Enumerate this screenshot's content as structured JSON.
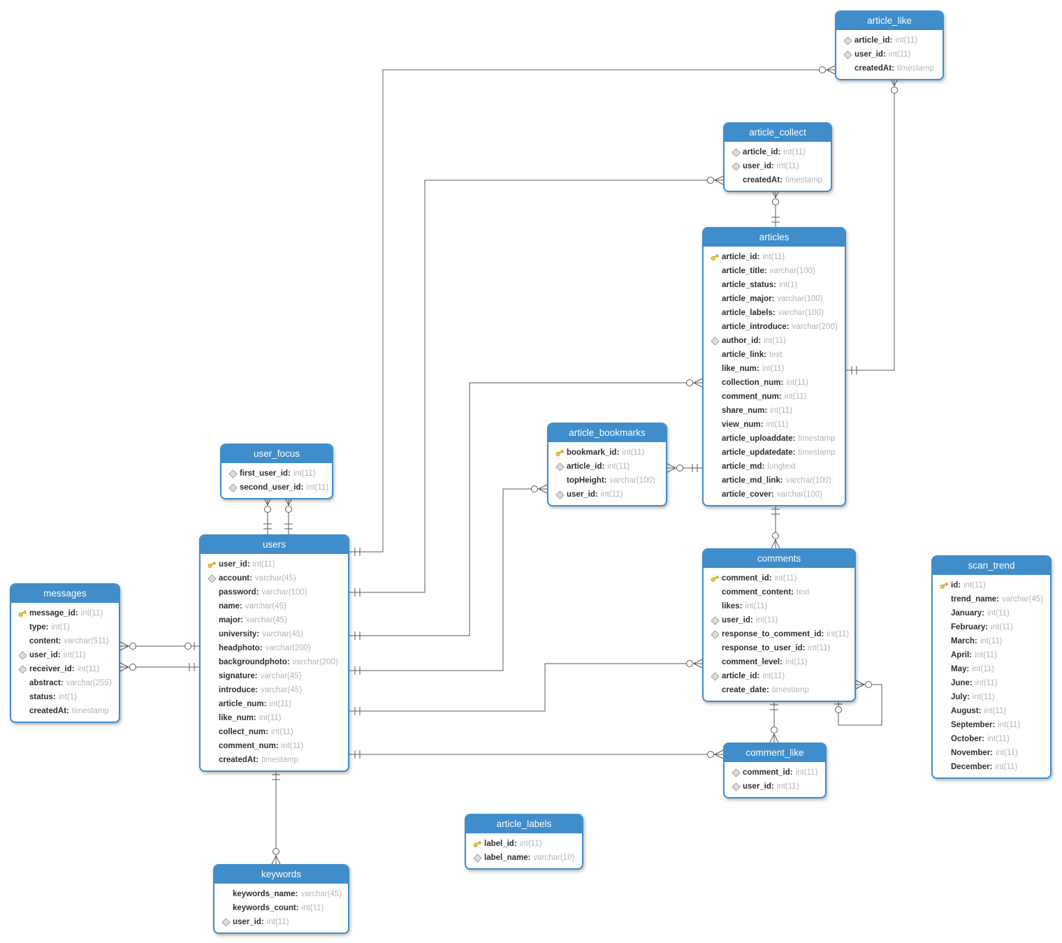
{
  "diagram": {
    "tool_style": "er-diagram",
    "colors": {
      "header_blue": "#3F8DCA",
      "entity_border": "#3F8DCA",
      "line_gray": "#595959",
      "pk_key_yellow": "#FFD24D",
      "fk_diamond_gray": "#DCDCDC",
      "field_name_color": "#2e2e2e",
      "field_type_color": "#b4b4b4"
    },
    "entities": [
      {
        "id": "article_like",
        "title": "article_like",
        "fields": [
          {
            "icon": "diamond",
            "name": "article_id",
            "type": "int(11)"
          },
          {
            "icon": "diamond",
            "name": "user_id",
            "type": "int(11)"
          },
          {
            "icon": "none",
            "name": "createdAt",
            "type": "timestamp"
          }
        ]
      },
      {
        "id": "article_collect",
        "title": "article_collect",
        "fields": [
          {
            "icon": "diamond",
            "name": "article_id",
            "type": "int(11)"
          },
          {
            "icon": "diamond",
            "name": "user_id",
            "type": "int(11)"
          },
          {
            "icon": "none",
            "name": "createdAt",
            "type": "timestamp"
          }
        ]
      },
      {
        "id": "articles",
        "title": "articles",
        "fields": [
          {
            "icon": "key",
            "name": "article_id",
            "type": "int(11)"
          },
          {
            "icon": "none",
            "name": "article_title",
            "type": "varchar(100)"
          },
          {
            "icon": "none",
            "name": "article_status",
            "type": "int(1)"
          },
          {
            "icon": "none",
            "name": "article_major",
            "type": "varchar(100)"
          },
          {
            "icon": "none",
            "name": "article_labels",
            "type": "varchar(100)"
          },
          {
            "icon": "none",
            "name": "article_introduce",
            "type": "varchar(200)"
          },
          {
            "icon": "diamond",
            "name": "author_id",
            "type": "int(11)"
          },
          {
            "icon": "none",
            "name": "article_link",
            "type": "text"
          },
          {
            "icon": "none",
            "name": "like_num",
            "type": "int(11)"
          },
          {
            "icon": "none",
            "name": "collection_num",
            "type": "int(11)"
          },
          {
            "icon": "none",
            "name": "comment_num",
            "type": "int(11)"
          },
          {
            "icon": "none",
            "name": "share_num",
            "type": "int(11)"
          },
          {
            "icon": "none",
            "name": "view_num",
            "type": "int(11)"
          },
          {
            "icon": "none",
            "name": "article_uploaddate",
            "type": "timestamp"
          },
          {
            "icon": "none",
            "name": "article_updatedate",
            "type": "timestamp"
          },
          {
            "icon": "none",
            "name": "article_md",
            "type": "longtext"
          },
          {
            "icon": "none",
            "name": "article_md_link",
            "type": "varchar(100)"
          },
          {
            "icon": "none",
            "name": "article_cover",
            "type": "varchar(100)"
          }
        ]
      },
      {
        "id": "article_bookmarks",
        "title": "article_bookmarks",
        "fields": [
          {
            "icon": "key",
            "name": "bookmark_id",
            "type": "int(11)"
          },
          {
            "icon": "diamond",
            "name": "article_id",
            "type": "int(11)"
          },
          {
            "icon": "none",
            "name": "topHeight",
            "type": "varchar(100)"
          },
          {
            "icon": "diamond",
            "name": "user_id",
            "type": "int(11)"
          }
        ]
      },
      {
        "id": "user_focus",
        "title": "user_focus",
        "fields": [
          {
            "icon": "diamond",
            "name": "first_user_id",
            "type": "int(11)"
          },
          {
            "icon": "diamond",
            "name": "second_user_id",
            "type": "int(11)"
          }
        ]
      },
      {
        "id": "users",
        "title": "users",
        "fields": [
          {
            "icon": "key",
            "name": "user_id",
            "type": "int(11)"
          },
          {
            "icon": "diamond",
            "name": "account",
            "type": "varchar(45)"
          },
          {
            "icon": "none",
            "name": "password",
            "type": "varchar(100)"
          },
          {
            "icon": "none",
            "name": "name",
            "type": "varchar(45)"
          },
          {
            "icon": "none",
            "name": "major",
            "type": "varchar(45)"
          },
          {
            "icon": "none",
            "name": "university",
            "type": "varchar(45)"
          },
          {
            "icon": "none",
            "name": "headphoto",
            "type": "varchar(200)"
          },
          {
            "icon": "none",
            "name": "backgroundphoto",
            "type": "varchar(200)"
          },
          {
            "icon": "none",
            "name": "signature",
            "type": "varchar(45)"
          },
          {
            "icon": "none",
            "name": "introduce",
            "type": "varchar(45)"
          },
          {
            "icon": "none",
            "name": "article_num",
            "type": "int(11)"
          },
          {
            "icon": "none",
            "name": "like_num",
            "type": "int(11)"
          },
          {
            "icon": "none",
            "name": "collect_num",
            "type": "int(11)"
          },
          {
            "icon": "none",
            "name": "comment_num",
            "type": "int(11)"
          },
          {
            "icon": "none",
            "name": "createdAt",
            "type": "timestamp"
          }
        ]
      },
      {
        "id": "messages",
        "title": "messages",
        "fields": [
          {
            "icon": "key",
            "name": "message_id",
            "type": "int(11)"
          },
          {
            "icon": "none",
            "name": "type",
            "type": "int(1)"
          },
          {
            "icon": "none",
            "name": "content",
            "type": "varchar(511)"
          },
          {
            "icon": "diamond",
            "name": "user_id",
            "type": "int(11)"
          },
          {
            "icon": "diamond",
            "name": "receiver_id",
            "type": "int(11)"
          },
          {
            "icon": "none",
            "name": "abstract",
            "type": "varchar(255)"
          },
          {
            "icon": "none",
            "name": "status",
            "type": "int(1)"
          },
          {
            "icon": "none",
            "name": "createdAt",
            "type": "timestamp"
          }
        ]
      },
      {
        "id": "comments",
        "title": "comments",
        "fields": [
          {
            "icon": "key",
            "name": "comment_id",
            "type": "int(11)"
          },
          {
            "icon": "none",
            "name": "comment_content",
            "type": "text"
          },
          {
            "icon": "none",
            "name": "likes",
            "type": "int(11)"
          },
          {
            "icon": "diamond",
            "name": "user_id",
            "type": "int(11)"
          },
          {
            "icon": "diamond",
            "name": "response_to_comment_id",
            "type": "int(11)"
          },
          {
            "icon": "none",
            "name": "response_to_user_id",
            "type": "int(11)"
          },
          {
            "icon": "none",
            "name": "comment_level",
            "type": "int(11)"
          },
          {
            "icon": "diamond",
            "name": "article_id",
            "type": "int(11)"
          },
          {
            "icon": "none",
            "name": "create_date",
            "type": "timestamp"
          }
        ]
      },
      {
        "id": "scan_trend",
        "title": "scan_trend",
        "fields": [
          {
            "icon": "key",
            "name": "id",
            "type": "int(11)"
          },
          {
            "icon": "none",
            "name": "trend_name",
            "type": "varchar(45)"
          },
          {
            "icon": "none",
            "name": "January",
            "type": "int(11)"
          },
          {
            "icon": "none",
            "name": "February",
            "type": "int(11)"
          },
          {
            "icon": "none",
            "name": "March",
            "type": "int(11)"
          },
          {
            "icon": "none",
            "name": "April",
            "type": "int(11)"
          },
          {
            "icon": "none",
            "name": "May",
            "type": "int(11)"
          },
          {
            "icon": "none",
            "name": "June",
            "type": "int(11)"
          },
          {
            "icon": "none",
            "name": "July",
            "type": "int(11)"
          },
          {
            "icon": "none",
            "name": "August",
            "type": "int(11)"
          },
          {
            "icon": "none",
            "name": "September",
            "type": "int(11)"
          },
          {
            "icon": "none",
            "name": "October",
            "type": "int(11)"
          },
          {
            "icon": "none",
            "name": "November",
            "type": "int(11)"
          },
          {
            "icon": "none",
            "name": "December",
            "type": "int(11)"
          }
        ]
      },
      {
        "id": "comment_like",
        "title": "comment_like",
        "fields": [
          {
            "icon": "diamond",
            "name": "comment_id",
            "type": "int(11)"
          },
          {
            "icon": "diamond",
            "name": "user_id",
            "type": "int(11)"
          }
        ]
      },
      {
        "id": "article_labels",
        "title": "article_labels",
        "fields": [
          {
            "icon": "key",
            "name": "label_id",
            "type": "int(11)"
          },
          {
            "icon": "diamond",
            "name": "label_name",
            "type": "varchar(10)"
          }
        ]
      },
      {
        "id": "keywords",
        "title": "keywords",
        "fields": [
          {
            "icon": "none",
            "name": "keywords_name",
            "type": "varchar(45)"
          },
          {
            "icon": "none",
            "name": "keywords_count",
            "type": "int(11)"
          },
          {
            "icon": "diamond",
            "name": "user_id",
            "type": "int(11)"
          }
        ]
      }
    ],
    "relationships": [
      {
        "from": "article_like",
        "to": "users",
        "cardinality": "0..N : 1"
      },
      {
        "from": "article_like",
        "to": "articles",
        "cardinality": "0..N : 1"
      },
      {
        "from": "article_collect",
        "to": "users",
        "cardinality": "0..N : 1"
      },
      {
        "from": "article_collect",
        "to": "articles",
        "cardinality": "0..N : 1"
      },
      {
        "from": "articles",
        "to": "users",
        "cardinality": "0..N : 1"
      },
      {
        "from": "article_bookmarks",
        "to": "users",
        "cardinality": "0..N : 1"
      },
      {
        "from": "article_bookmarks",
        "to": "articles",
        "cardinality": "0..N : 1"
      },
      {
        "from": "comments",
        "to": "users",
        "cardinality": "0..N : 1"
      },
      {
        "from": "comments",
        "to": "articles",
        "cardinality": "0..N : 1"
      },
      {
        "from": "comments",
        "to": "comments",
        "cardinality": "0..N : 0..1"
      },
      {
        "from": "comment_like",
        "to": "users",
        "cardinality": "0..N : 1"
      },
      {
        "from": "comment_like",
        "to": "comments",
        "cardinality": "0..N : 1"
      },
      {
        "from": "user_focus",
        "to": "users",
        "cardinality": "0..N : 1"
      },
      {
        "from": "user_focus",
        "to": "users",
        "cardinality": "0..N : 1"
      },
      {
        "from": "messages",
        "to": "users",
        "cardinality": "0..N : 0..1"
      },
      {
        "from": "messages",
        "to": "users",
        "cardinality": "0..N : 1"
      },
      {
        "from": "keywords",
        "to": "users",
        "cardinality": "0..N : 1"
      }
    ]
  }
}
